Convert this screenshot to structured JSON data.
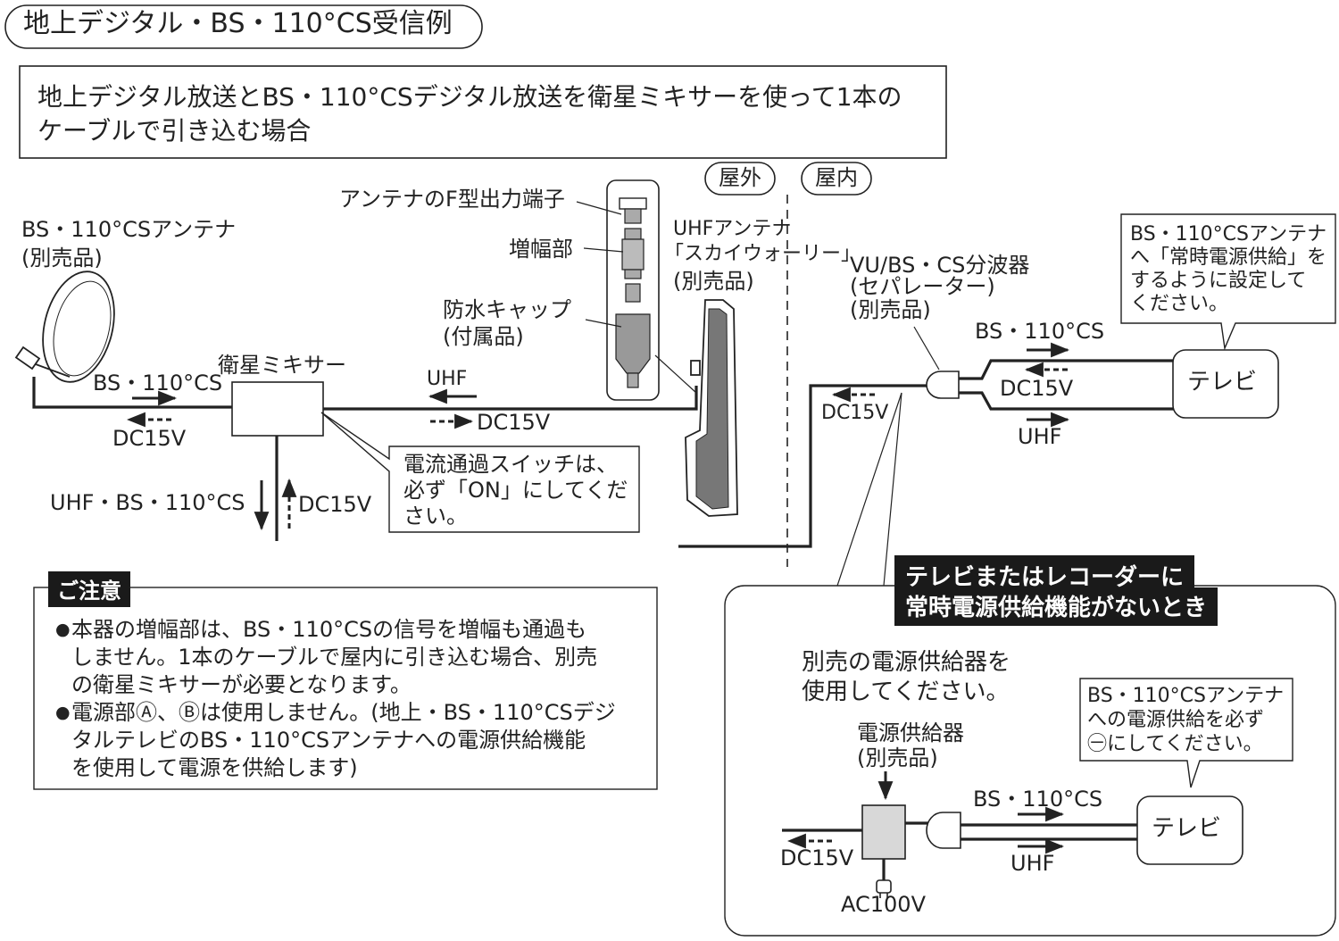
{
  "title": "地上デジタル・BS・110°CS受信例",
  "intro": "地上デジタル放送とBS・110°CSデジタル放送を衛星ミキサーを使って1本の\nケーブルで引き込む場合",
  "zones": {
    "outdoor": "屋外",
    "indoor": "屋内"
  },
  "bs_antenna": {
    "name": "BS・110°CSアンテナ",
    "sub": "(別売品)"
  },
  "uhf_antenna": {
    "output_terminal": "アンテナのF型出力端子",
    "amplifier": "増幅部",
    "waterproof_cap": "防水キャップ",
    "waterproof_cap_sub": "(付属品)",
    "name": "UHFアンテナ",
    "model": "「スカイウォーリー」",
    "sub": "(別売品)"
  },
  "mixer": {
    "name": "衛星ミキサー",
    "left_signal": "BS・110°CS",
    "left_power": "DC15V",
    "right_signal": "UHF",
    "right_power": "DC15V",
    "down_signal": "UHF・BS・110°CS",
    "down_power": "DC15V",
    "switch_note": "電流通過スイッチは、\n必ず「ON」にしてくだ\nさい。"
  },
  "separator": {
    "name": "VU/BS・CS分波器",
    "alias": "(セパレーター)",
    "sub": "(別売品)",
    "input_power": "DC15V"
  },
  "tv_top": {
    "label": "テレビ",
    "bs_signal": "BS・110°CS",
    "power": "DC15V",
    "uhf_signal": "UHF",
    "note": "BS・110°CSアンテナ\nへ「常時電源供給」を\nするように設定して\nください。"
  },
  "caution": {
    "heading": "ご注意",
    "items": [
      "本器の増幅部は、BS・110°CSの信号を増幅も通過も\nしません。1本のケーブルで屋内に引き込む場合、別売\nの衛星ミキサーが必要となります。",
      "電源部Ⓐ、Ⓑは使用しません。(地上・BS・110°CSデジ\nタルテレビのBS・110°CSアンテナへの電源供給機能\nを使用して電源を供給します)"
    ]
  },
  "no_power": {
    "heading_line1": "テレビまたはレコーダーに",
    "heading_line2": "常時電源供給機能がないとき",
    "instruction": "別売の電源供給器を\n使用してください。",
    "inserter_name": "電源供給器",
    "inserter_sub": "(別売品)",
    "note": "BS・110°CSアンテナ\nへの電源供給を必ず\n㊀にしてください。",
    "bs_signal": "BS・110°CS",
    "uhf_signal": "UHF",
    "power": "DC15V",
    "ac": "AC100V",
    "tv_label": "テレビ"
  }
}
